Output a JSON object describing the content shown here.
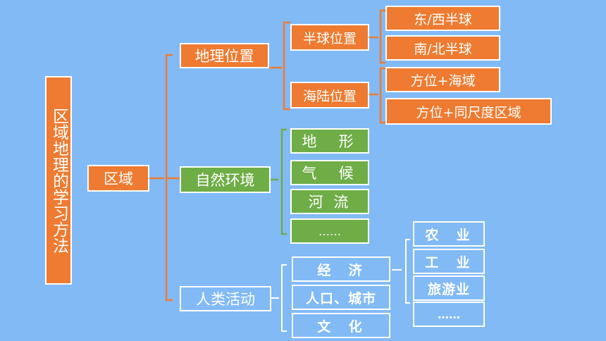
{
  "title": "区域地理的学习方法",
  "root": "区域",
  "geo_location": {
    "label": "地理位置",
    "hemisphere": {
      "label": "半球位置",
      "items": [
        "东/西半球",
        "南/北半球"
      ]
    },
    "land_sea": {
      "label": "海陆位置",
      "items": [
        "方位+海域",
        "方位+同尺度区域"
      ]
    }
  },
  "natural_env": {
    "label": "自然环境",
    "items": [
      "地  形",
      "气  候",
      "河 流",
      "……"
    ]
  },
  "human_activity": {
    "label": "人类活动",
    "economy": "经  济",
    "economy_items": [
      "农  业",
      "工  业",
      "旅游业",
      "……"
    ],
    "population": "人口、城市",
    "culture": "文  化"
  },
  "colors": {
    "background": "#82baf6",
    "orange": "#ee7b31",
    "green": "#6fad47",
    "connector": "#ee7b31",
    "connector_human": "#ffffff"
  }
}
